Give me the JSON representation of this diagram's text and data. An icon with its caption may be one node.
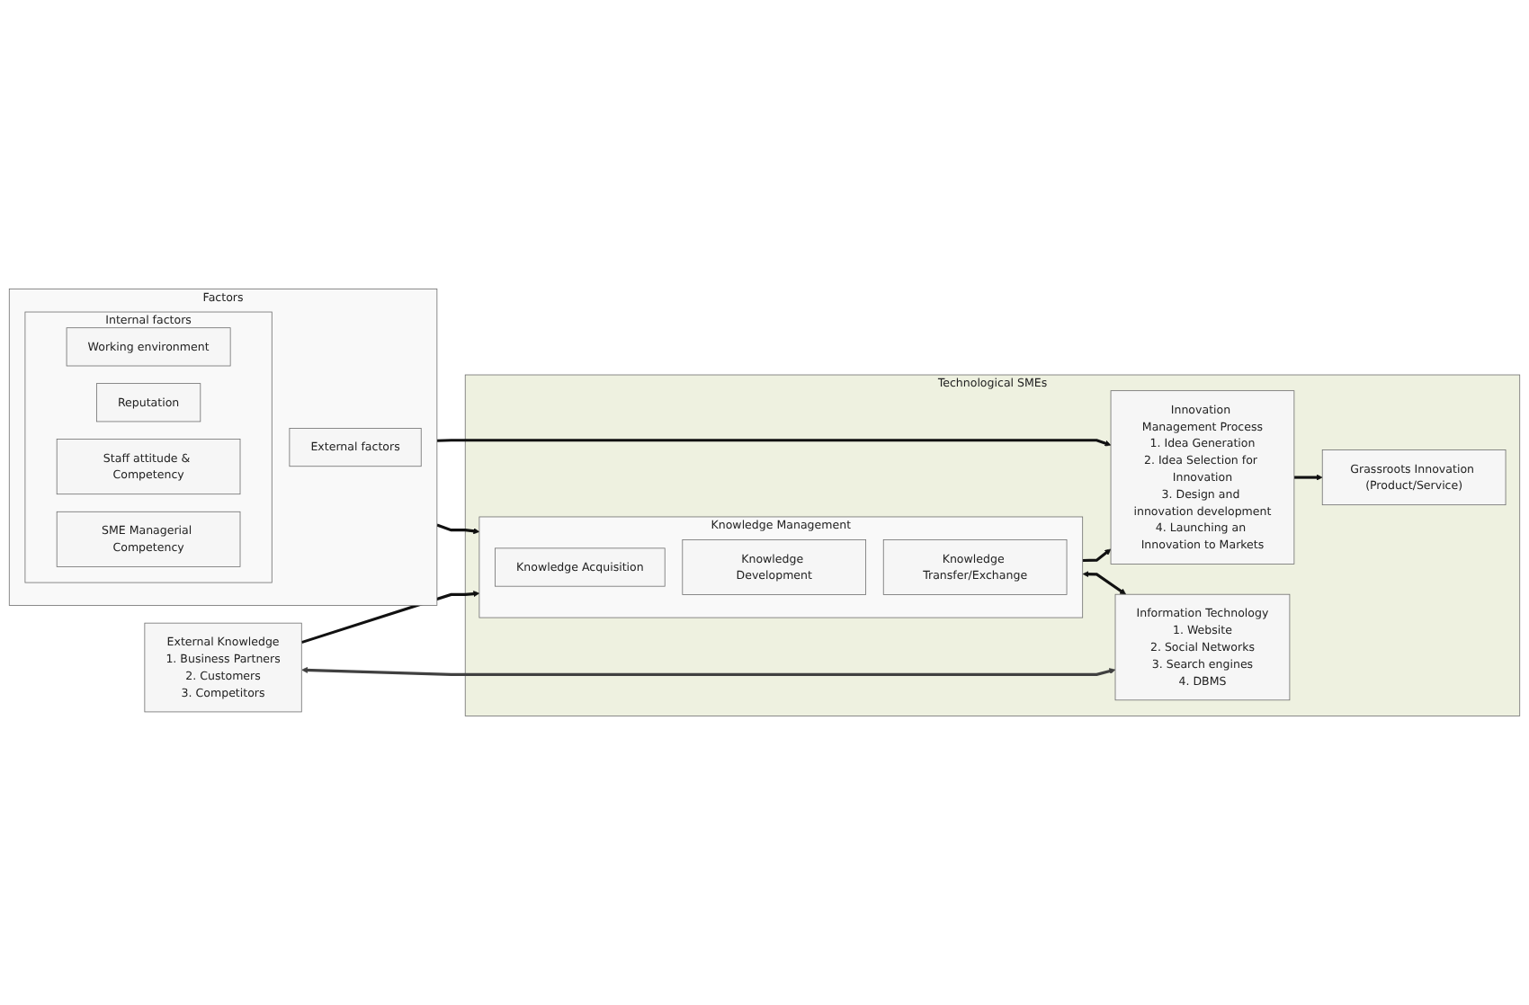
{
  "diagram": {
    "nodes": [
      {
        "text": [
          "Technological SMEs"
        ]
      },
      {
        "text": [
          "Grassroots Innovation (Product/Service)"
        ],
        "in": 0
      },
      {
        "text": [
          "External Knowledge",
          "1. Business Partners",
          "2. Customers",
          "3. Competitors"
        ]
      },
      {
        "text": [
          "Knowledge Management"
        ],
        "in": 0
      },
      {
        "text": [
          "Knowledge Acquisition"
        ],
        "in": 3
      },
      {
        "text": [
          "Knowledge Development"
        ],
        "in": 3
      },
      {
        "text": [
          "Knowledge Transfer/Exchange"
        ],
        "in": 3
      },
      {
        "text": [
          "Innovation Management Process",
          "1. Idea Generation",
          "2. Idea Selection for Innovation",
          "3. Design and innovation development",
          "4. Launching an Innovation to Markets"
        ],
        "in": 0
      },
      {
        "text": [
          "Information Technology",
          "1. Website",
          "2. Social Networks",
          "3. Search engines",
          "4. DBMS"
        ],
        "in": 0
      },
      {
        "text": [
          "Factors"
        ]
      },
      {
        "text": [
          "Internal factors"
        ],
        "in": 9
      },
      {
        "text": [
          "Working environment"
        ],
        "in": 10
      },
      {
        "text": [
          "Reputation"
        ],
        "in": 10
      },
      {
        "text": [
          "Staff attitude & Competency"
        ],
        "in": 10
      },
      {
        "text": [
          "SME Managerial Competency"
        ],
        "in": 10
      },
      {
        "text": [
          "External factors"
        ],
        "in": 9
      }
    ],
    "edges": [
      {
        "from": 2,
        "to": 3,
        "arrow": "to"
      },
      {
        "from": 3,
        "to": 7,
        "arrow": "to"
      },
      {
        "from": 7,
        "to": 1,
        "arrow": "to"
      },
      {
        "from": 3,
        "to": 8,
        "arrow": "both"
      },
      {
        "from": 2,
        "to": 8,
        "arrow": "both",
        "color": "#404040"
      },
      {
        "from": 9,
        "to": 7,
        "arrow": "to"
      },
      {
        "from": 9,
        "to": 3,
        "arrow": "to"
      }
    ]
  }
}
